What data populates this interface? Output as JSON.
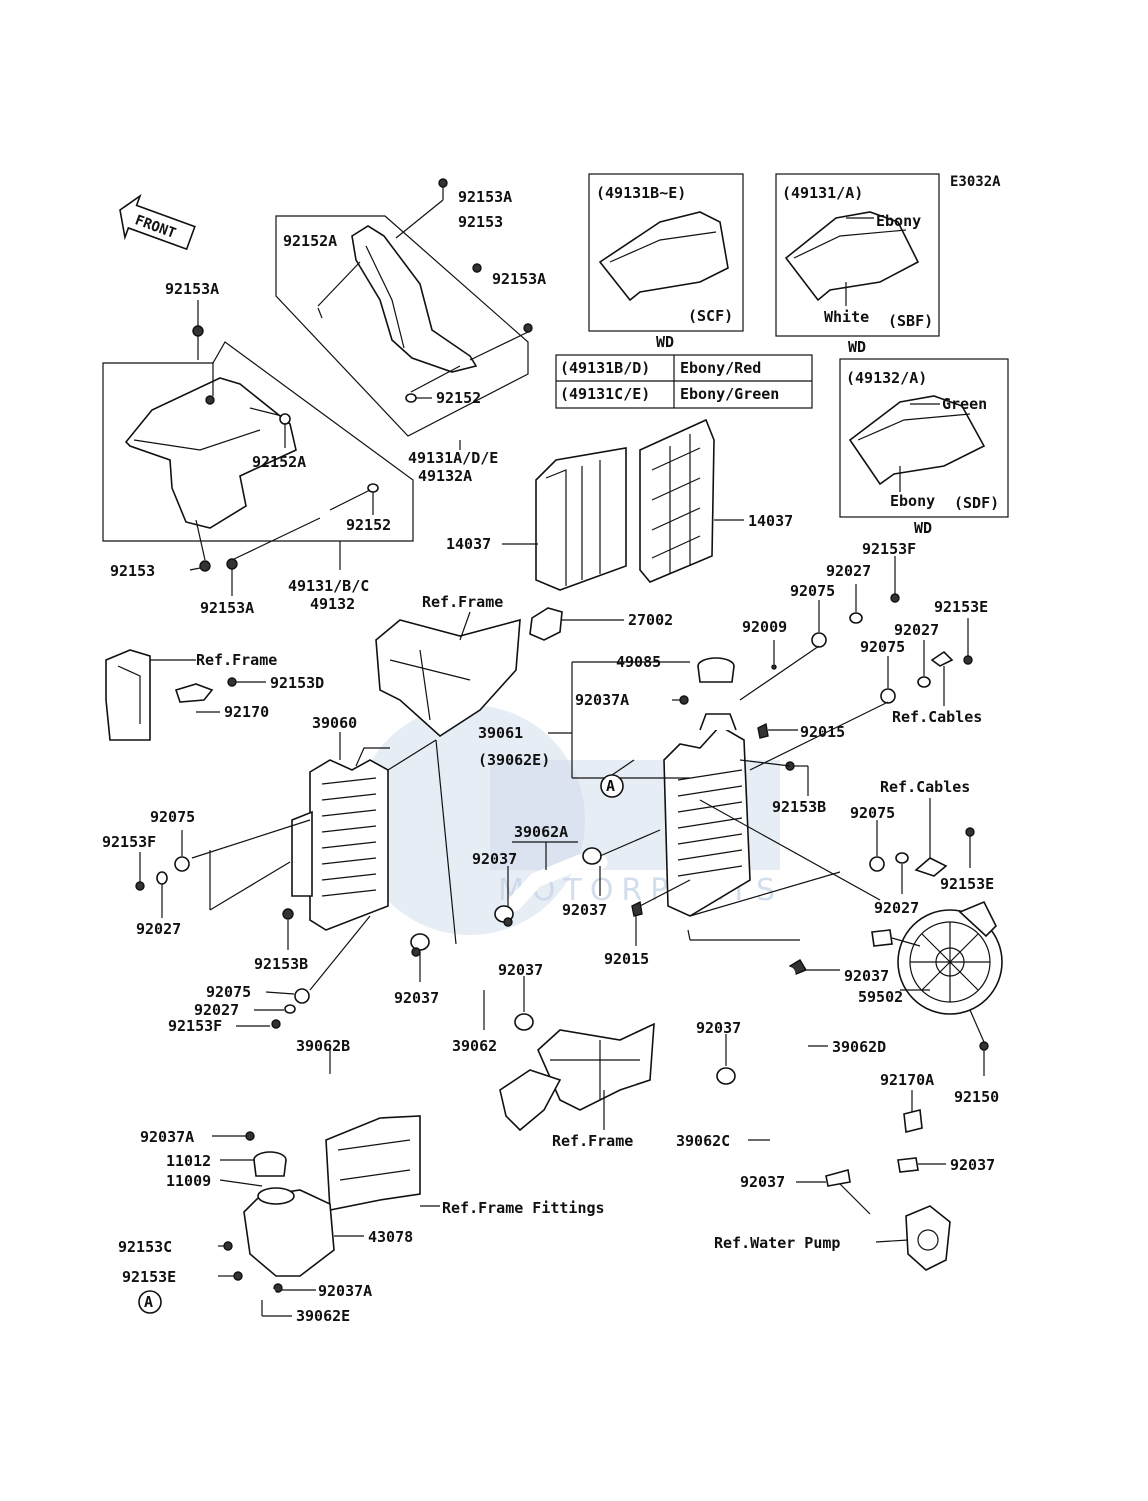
{
  "diagram_code": "E3032A",
  "front_label": "FRONT",
  "watermark": {
    "brand": "MOTORPARTS"
  },
  "insets": {
    "scf": {
      "ref": "(49131B~E)",
      "variant": "(SCF)",
      "note": "WD"
    },
    "sbf": {
      "ref": "(49131/A)",
      "color1": "Ebony",
      "color2": "White",
      "variant": "(SBF)",
      "note": "WD"
    },
    "sdf": {
      "ref": "(49132/A)",
      "color1": "Green",
      "color2": "Ebony",
      "variant": "(SDF)",
      "note": "WD"
    }
  },
  "color_table": [
    {
      "ref": "(49131B/D)",
      "color": "Ebony/Red"
    },
    {
      "ref": "(49131C/E)",
      "color": "Ebony/Green"
    }
  ],
  "labels": {
    "l92153A_top": "92153A",
    "l92153_top": "92153",
    "l92153A_r": "92153A",
    "l92152A_top": "92152A",
    "l92152_top": "92152",
    "l49131ADE": "49131A/D/E",
    "l49132A": "49132A",
    "l92153A_left": "92153A",
    "l92152A_left": "92152A",
    "l92152_left": "92152",
    "l92153_left": "92153",
    "l92153A_bot": "92153A",
    "l49131BC": "49131/B/C",
    "l49132": "49132",
    "l14037_l": "14037",
    "l14037_r": "14037",
    "refFrame1": "Ref.Frame",
    "l27002": "27002",
    "refFrame2": "Ref.Frame",
    "l92153D": "92153D",
    "l92170": "92170",
    "l39060": "39060",
    "l92075_a": "92075",
    "l92153F_a": "92153F",
    "l92027_a": "92027",
    "l92153B_a": "92153B",
    "l92075_b": "92075",
    "l92027_b": "92027",
    "l92153F_b": "92153F",
    "l49085": "49085",
    "l92037A_a": "92037A",
    "l39061": "39061",
    "l39062E_p": "(39062E)",
    "l39062A": "39062A",
    "l92037_a": "92037",
    "l92037_b": "92037",
    "l92037_c": "92037",
    "l92037_d": "92037",
    "l39062": "39062",
    "l92015_a": "92015",
    "l92015_b": "92015",
    "l92153B_b": "92153B",
    "l92009": "92009",
    "l92075_c": "92075",
    "l92027_c": "92027",
    "l92153F_c": "92153F",
    "l92153E_a": "92153E",
    "l92027_d": "92027",
    "l92075_d": "92075",
    "refCables1": "Ref.Cables",
    "refCables2": "Ref.Cables",
    "l92075_e": "92075",
    "l92153E_b": "92153E",
    "l92027_e": "92027",
    "l92037_e": "92037",
    "l59502": "59502",
    "l92150": "92150",
    "l39062D": "39062D",
    "l92037_f": "92037",
    "l92170A": "92170A",
    "l39062C": "39062C",
    "l92037_g": "92037",
    "l92037_h": "92037",
    "refWaterPump": "Ref.Water Pump",
    "l39062B": "39062B",
    "l92037A_b": "92037A",
    "l11012": "11012",
    "l11009": "11009",
    "refFrameFittings": "Ref.Frame Fittings",
    "l43078": "43078",
    "l92153C": "92153C",
    "l92153E_c": "92153E",
    "l92037A_c": "92037A",
    "l39062E": "39062E",
    "refFrame3": "Ref.Frame",
    "circleA1": "A",
    "circleA2": "A"
  }
}
